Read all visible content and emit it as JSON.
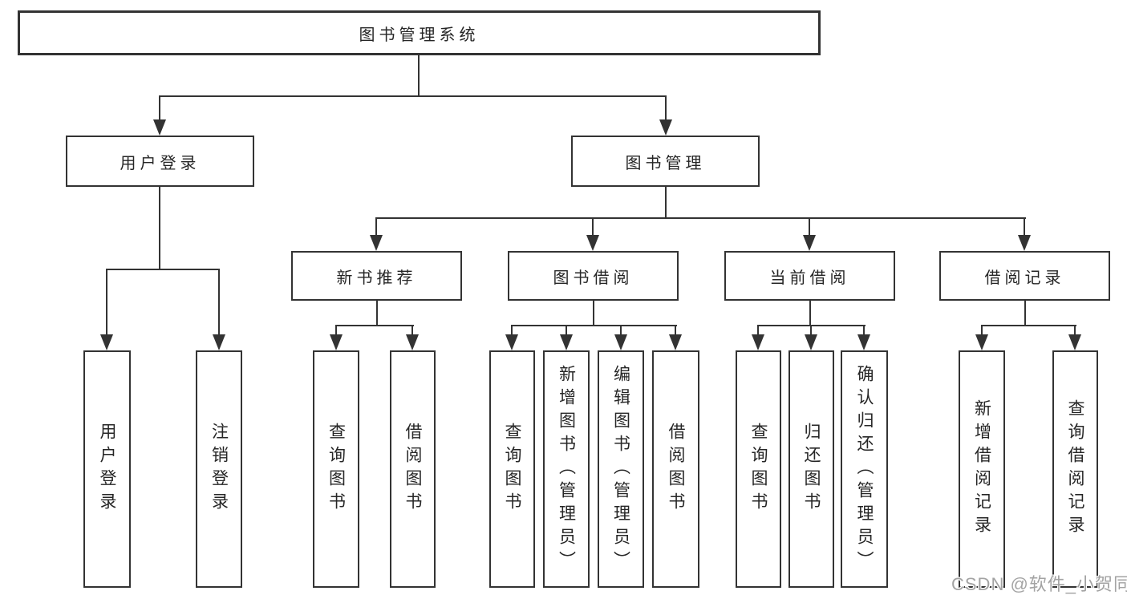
{
  "tree": {
    "root": "图书管理系统",
    "branches": [
      {
        "label": "用户登录",
        "leaves": [
          "用户登录",
          "注销登录"
        ]
      },
      {
        "label": "图书管理",
        "groups": [
          {
            "label": "新书推荐",
            "leaves": [
              "查询图书",
              "借阅图书"
            ]
          },
          {
            "label": "图书借阅",
            "leaves": [
              "查询图书",
              "新增图书（管理员）",
              "编辑图书（管理员）",
              "借阅图书"
            ]
          },
          {
            "label": "当前借阅",
            "leaves": [
              "查询图书",
              "归还图书",
              "确认归还（管理员）"
            ]
          },
          {
            "label": "借阅记录",
            "leaves": [
              "新增借阅记录",
              "查询借阅记录"
            ]
          }
        ]
      }
    ]
  },
  "watermark": "CSDN @软件_小贺同学",
  "colors": {
    "line": "#333333",
    "text": "#262626",
    "background": "#ffffff",
    "watermark": "#a3a3a3"
  }
}
